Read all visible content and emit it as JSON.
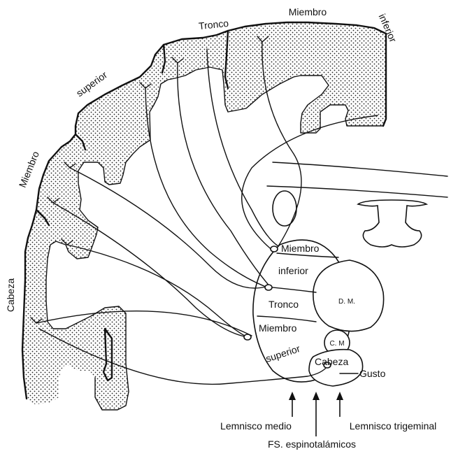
{
  "cortex_labels": {
    "cabeza": "Cabeza",
    "miembro_superior_1": "Miembro",
    "miembro_superior_2": "superior",
    "tronco": "Tronco",
    "miembro_inferior_1": "Miembro",
    "miembro_inferior_2": "inferior"
  },
  "thalamus_labels": {
    "miembro_inferior_1": "Miembro",
    "miembro_inferior_2": "inferior",
    "tronco": "Tronco",
    "miembro_superior_1": "Miembro",
    "miembro_superior_2": "superior",
    "cabeza": "Cabeza",
    "dm": "D. M.",
    "cm": "C. M",
    "gusto": "Gusto"
  },
  "input_labels": {
    "lemnisco_medio": "Lemnisco medio",
    "fs_espinotalamicos": "FS. espinotalámicos",
    "lemnisco_trigeminal": "Lemnisco trigeminal"
  },
  "colors": {
    "ink": "#111111",
    "paper": "#ffffff"
  }
}
